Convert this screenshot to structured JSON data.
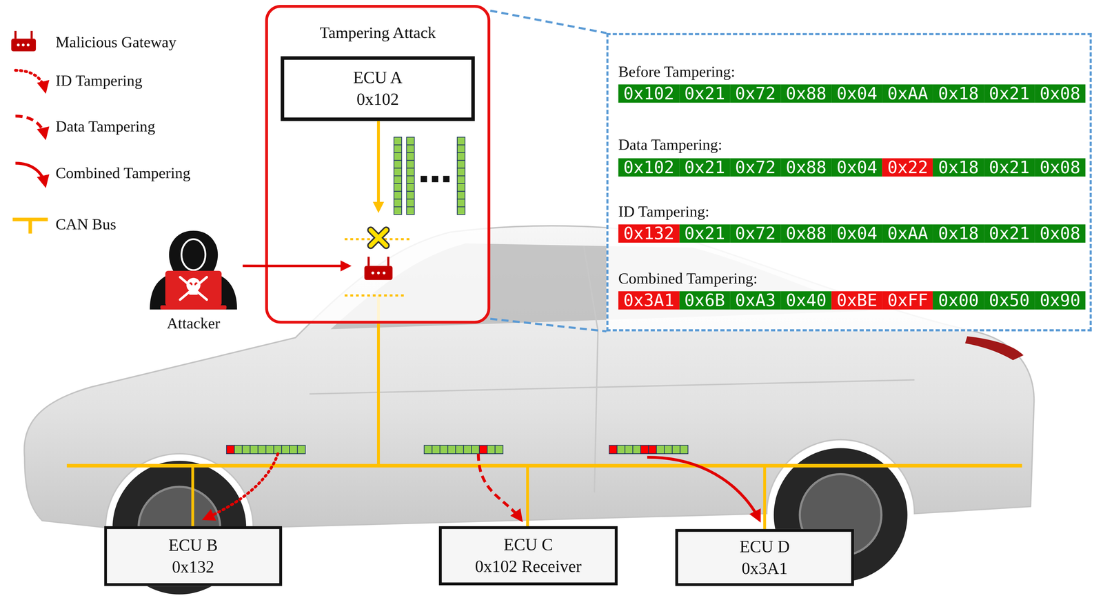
{
  "diagram": {
    "nodes": [
      {
        "text": [
          "Tampering Attack"
        ]
      },
      {
        "text": [
          "ECU A",
          "0x102"
        ],
        "in": 0
      },
      {
        "text": [
          "Before Tampering:",
          "0x102",
          "0x21",
          "0x72",
          "0x88",
          "0x04",
          "0xAA",
          "0x18",
          "0x21",
          "0x08",
          "Data Tampering:",
          "0x102",
          "0x21",
          "0x72",
          "0x88",
          "0x04",
          "0x22",
          "0x18",
          "0x21",
          "0x08",
          "ID Tampering:",
          "0x132",
          "0x21",
          "0x72",
          "0x88",
          "0x04",
          "0xAA",
          "0x18",
          "0x21",
          "0x08",
          "Combined Tampering:",
          "0x3A1",
          "0x6B",
          "0xA3",
          "0x40",
          "0xBE",
          "0xFF",
          "0x00",
          "0x50",
          "0x90"
        ]
      },
      {
        "text": [
          "Attacker"
        ]
      },
      {
        "text": [
          "ECU B",
          "0x132"
        ]
      },
      {
        "text": [
          "ECU C",
          "0x102 Receiver"
        ]
      },
      {
        "text": [
          "ECU D",
          "0x3A1"
        ]
      }
    ],
    "edges": [
      {
        "from": 3,
        "to": 0,
        "arrow": "to"
      },
      {
        "from": 0,
        "to": 2,
        "arrow": "none"
      },
      {
        "from": 0,
        "to": 2,
        "arrow": "none"
      }
    ],
    "legend": [
      {
        "text": "Malicious Gateway"
      },
      {
        "text": "ID Tampering"
      },
      {
        "text": "Data Tampering"
      },
      {
        "text": "Combined Tampering"
      },
      {
        "text": "CAN Bus"
      }
    ]
  }
}
